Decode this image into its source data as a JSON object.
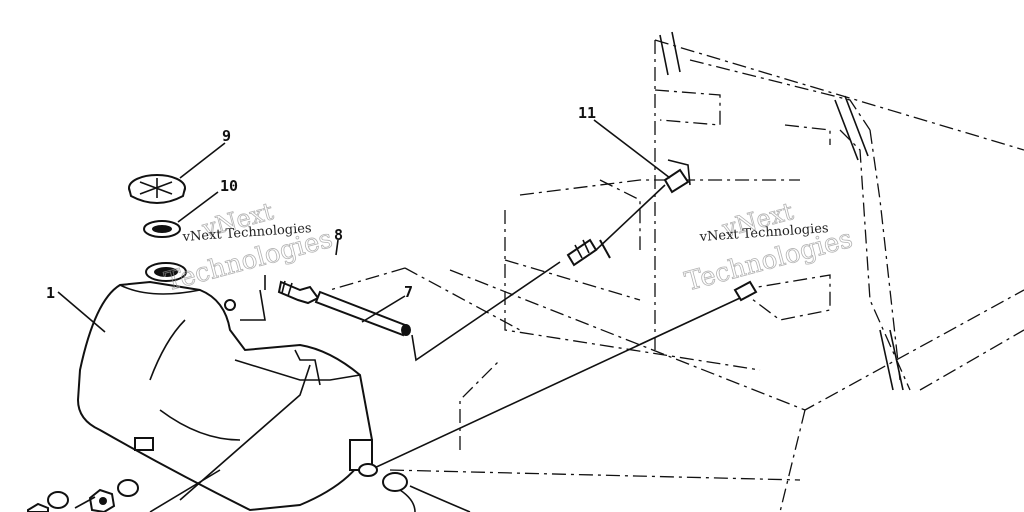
{
  "diagram": {
    "callouts": {
      "tank": "1",
      "hose": "7",
      "fitting": "8",
      "cap": "9",
      "gasket": "10",
      "filter": "11"
    },
    "watermarks": [
      {
        "big_top": "vNext",
        "big_bottom": "Technologies",
        "small": "vNext Technologies"
      },
      {
        "big_top": "vNext",
        "big_bottom": "Technologies",
        "small": "vNext Technologies"
      }
    ]
  }
}
